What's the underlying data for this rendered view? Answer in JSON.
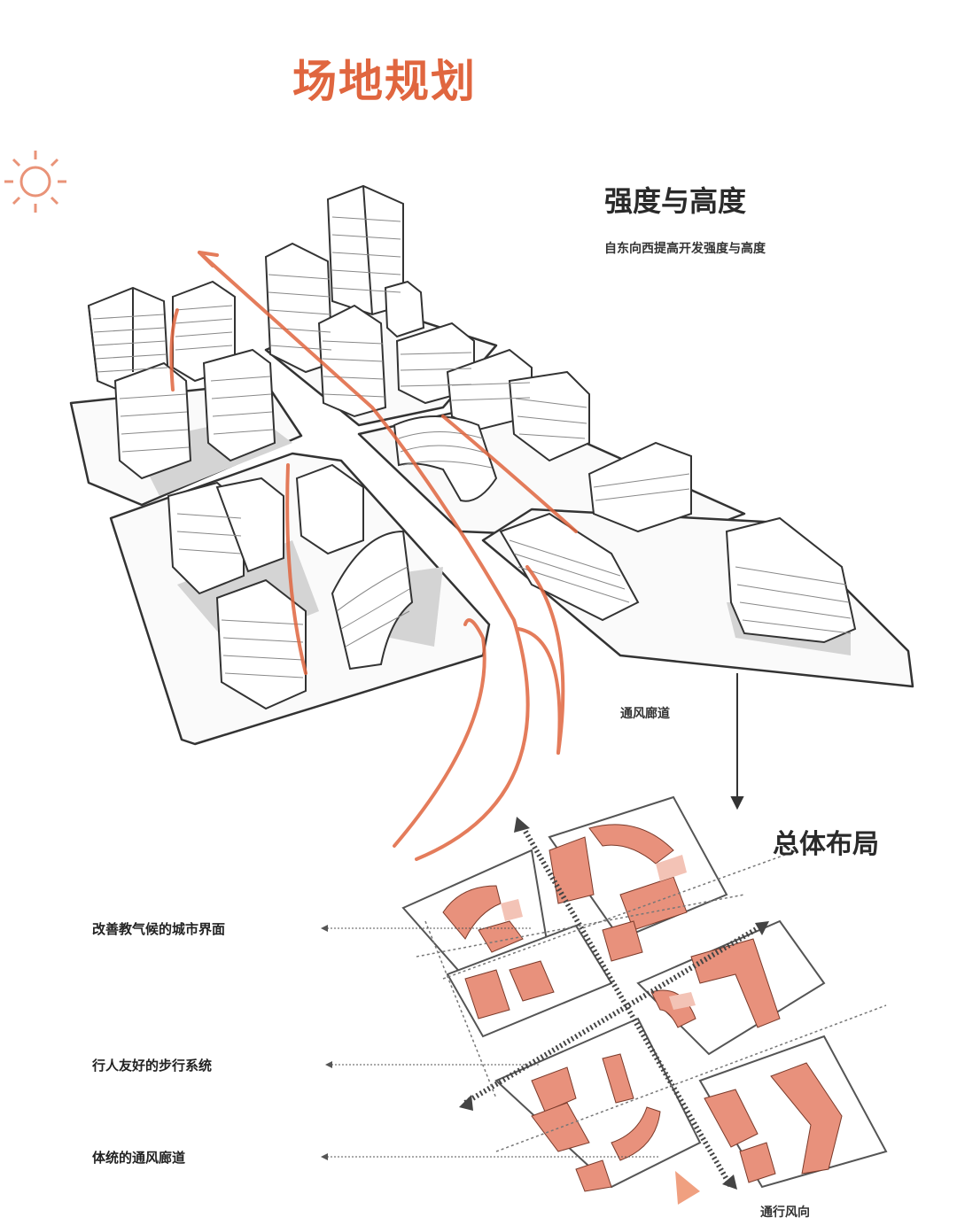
{
  "title": "场地规划",
  "intensity": {
    "heading": "强度与高度",
    "subtitle": "自东向西提高开发强度与高度"
  },
  "ventilation_note": "通风廊道",
  "layout_heading": "总体布局",
  "annotations": [
    "改善教气候的城市界面",
    "行人友好的步行系统",
    "体统的通风廊道"
  ],
  "wind_label": "通行风向",
  "colors": {
    "accent": "#e0663f",
    "building_fill": "#e8917c",
    "building_light": "#f3c3b6",
    "line": "#333333"
  },
  "icons": [
    "sun-icon",
    "down-arrow-icon",
    "left-arrow-icon"
  ]
}
